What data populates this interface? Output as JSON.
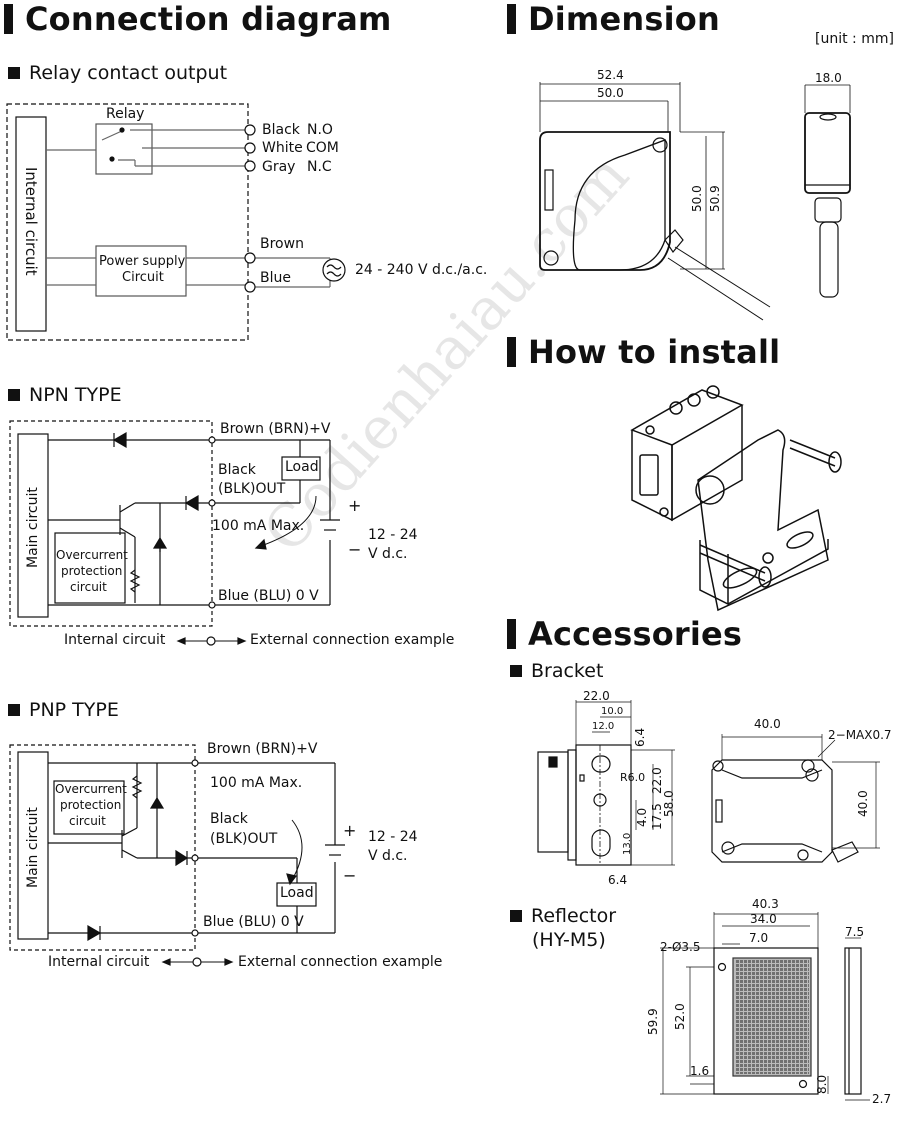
{
  "headings": {
    "connection": "Connection diagram",
    "dimension": "Dimension",
    "install": "How to install",
    "accessories": "Accessories"
  },
  "unit": "[unit : mm]",
  "relay": {
    "title": "Relay contact output",
    "relay_label": "Relay",
    "internal": "Internal circuit",
    "black": "Black",
    "no": "N.O",
    "white": "White",
    "com": "COM",
    "gray": "Gray",
    "nc": "N.C",
    "power1": "Power supply",
    "power2": "Circuit",
    "brown": "Brown",
    "blue": "Blue",
    "supply": "24 - 240 V d.c./a.c."
  },
  "npn": {
    "title": "NPN TYPE",
    "main": "Main circuit",
    "brown": "Brown (BRN)+V",
    "black1": "Black",
    "black2": "(BLK)OUT",
    "load": "Load",
    "max": "100 mA Max.",
    "oc1": "Overcurrent",
    "oc2": "protection",
    "oc3": "circuit",
    "blue": "Blue (BLU) 0 V",
    "plus": "+",
    "minus": "−",
    "v1": "12 - 24",
    "v2": "V d.c.",
    "int": "Internal circuit",
    "ext": "External connection example"
  },
  "pnp": {
    "title": "PNP TYPE",
    "main": "Main circuit",
    "brown": "Brown (BRN)+V",
    "max": "100 mA Max.",
    "black1": "Black",
    "black2": "(BLK)OUT",
    "load": "Load",
    "oc1": "Overcurrent",
    "oc2": "protection",
    "oc3": "circuit",
    "blue": "Blue (BLU) 0 V",
    "plus": "+",
    "minus": "−",
    "v1": "12 - 24",
    "v2": "V d.c.",
    "int": "Internal circuit",
    "ext": "External connection example"
  },
  "dimension": {
    "w_outer": "52.4",
    "w_inner": "50.0",
    "h1": "50.0",
    "h2": "50.9",
    "side_w": "18.0"
  },
  "bracket": {
    "title": "Bracket",
    "d22": "22.0",
    "d10": "10.0",
    "d12": "12.0",
    "d64": "6.4",
    "r6": "R6.0",
    "d22v": "22.0",
    "d40v": "4.0",
    "d175": "17.5",
    "d58": "58.0",
    "d13": "13.0",
    "d64b": "6.4",
    "d40": "40.0",
    "max": "2−MAX0.7",
    "d40r": "40.0"
  },
  "reflector": {
    "title1": "Reflector",
    "title2": "(HY-M5)",
    "d403": "40.3",
    "d34": "34.0",
    "d7": "7.0",
    "hole": "2-Ø3.5",
    "d599": "59.9",
    "d52": "52.0",
    "d16": "1.6",
    "d8": "8.0",
    "d75": "7.5",
    "d27": "2.7"
  },
  "watermark": "Codienhaiau.com"
}
